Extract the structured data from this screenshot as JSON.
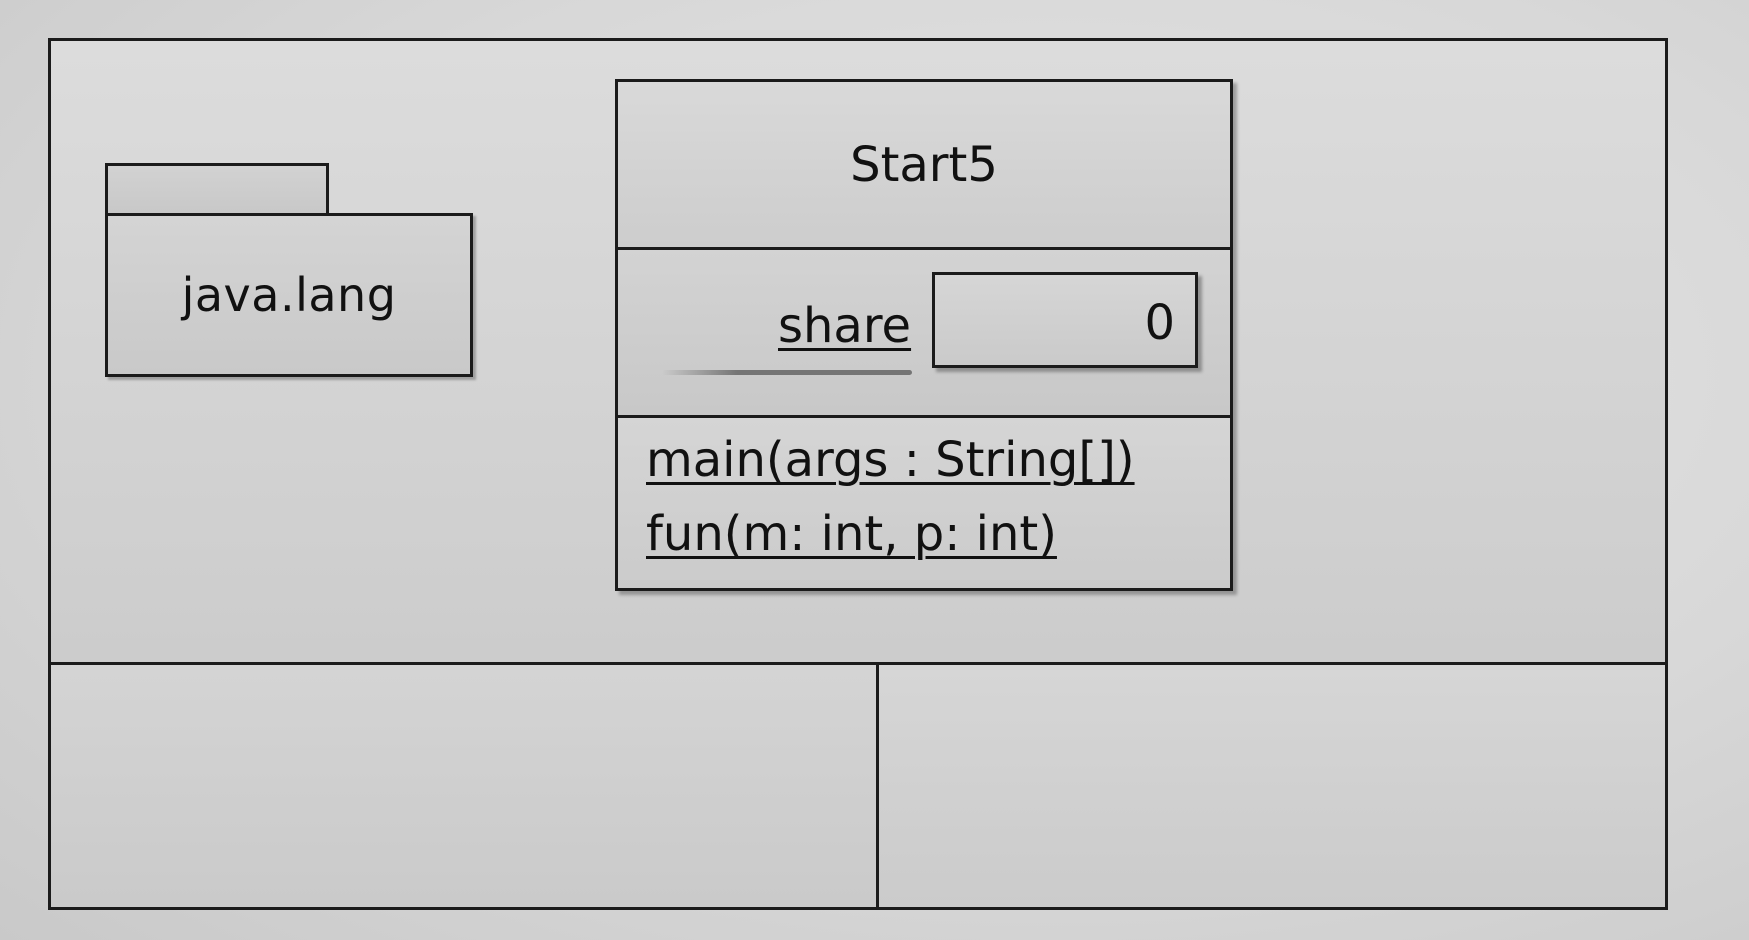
{
  "package": {
    "name": "java.lang"
  },
  "class": {
    "name": "Start5",
    "attributes": [
      {
        "name": "share",
        "value": "0"
      }
    ],
    "operations": [
      "main(args : String[])",
      "fun(m: int, p: int)"
    ]
  },
  "bottom_cells": {
    "left": "",
    "right": ""
  }
}
